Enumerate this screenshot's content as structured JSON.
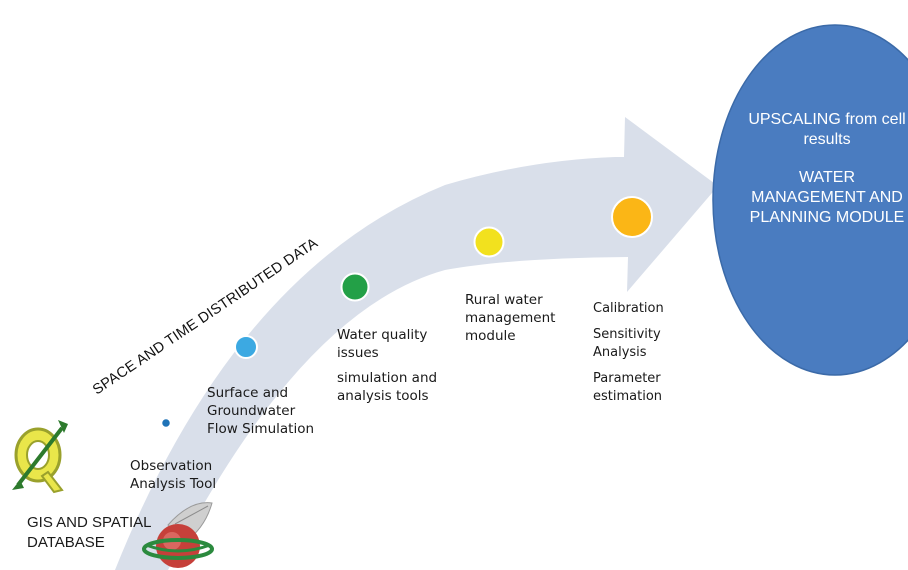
{
  "big_circle": {
    "line1": "UPSCALING from cell",
    "line2": "results",
    "line3": "WATER",
    "line4": "MANAGEMENT AND",
    "line5": "PLANNING MODULE",
    "color": "#4a7cc0"
  },
  "arrow_color": "#d9dfea",
  "diagonal_label": "SPACE AND TIME DISTRIBUTED DATA",
  "base_label": {
    "line1": "GIS AND SPATIAL",
    "line2": "DATABASE"
  },
  "stages": [
    {
      "color": "#1f73b7",
      "lines": [
        "Observation",
        "Analysis Tool"
      ]
    },
    {
      "color": "#3ca9e2",
      "lines": [
        "Surface and",
        "Groundwater",
        "Flow Simulation"
      ]
    },
    {
      "color": "#23a047",
      "lines": [
        "Water quality",
        "issues",
        "simulation and",
        "analysis  tools"
      ]
    },
    {
      "color": "#f2e11e",
      "lines": [
        "Rural water",
        "management",
        "module"
      ]
    },
    {
      "color": "#fbb616",
      "lines": [
        "Calibration",
        "Sensitivity",
        "Analysis",
        "Parameter",
        "estimation"
      ]
    }
  ],
  "icons": [
    "qgis-logo-icon",
    "grass-gis-logo-icon"
  ]
}
